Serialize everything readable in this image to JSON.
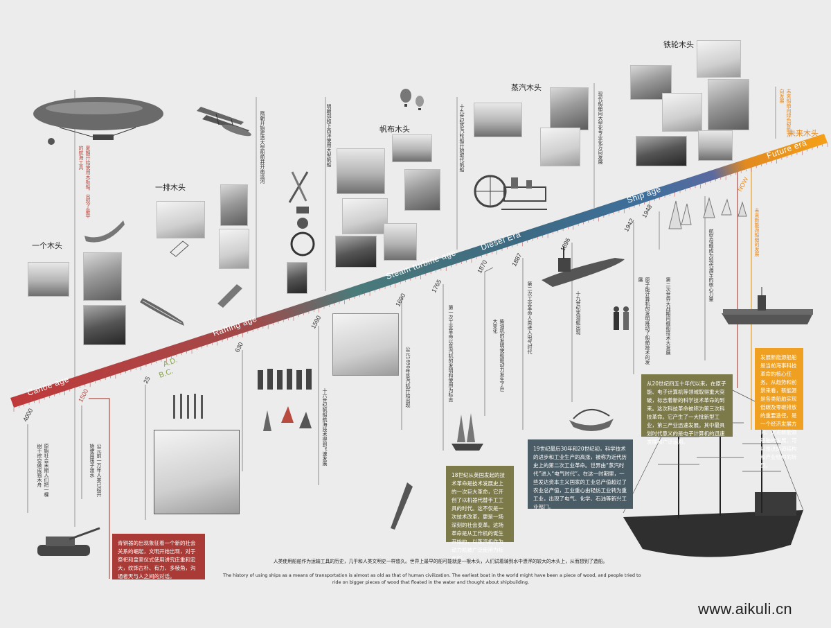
{
  "eras": [
    "Canoe age",
    "Rafting age",
    "Steam turbine age",
    "Diesel Era",
    "Ship age",
    "Future era"
  ],
  "years": [
    "4000",
    "1500",
    "25",
    "630",
    "1590",
    "1690",
    "1765",
    "1870",
    "1887",
    "1896",
    "1942",
    "1948",
    "NOW"
  ],
  "era_marker": {
    "ad": "A.D.",
    "bc": "B.C."
  },
  "titles": [
    "一个木头",
    "一排木头",
    "帆布木头",
    "蒸汽木头",
    "铁轮木头",
    "未来木头"
  ],
  "boxes": {
    "red": "青铜器的出现象征着一个新的社会关系的崛起，文明开始出现，对于祭祀和皇室仪式使用讲究庄重和宏大，纹饰古朴、有力、多棱角，沟通者天与人之间的对话。",
    "olive1": "18世纪从英国发起的技术革命是技术发展史上的一次巨大革命，它开创了以机器代替手工工具的时代。这不仅是一次技术改革，更是一场深刻的社会变革。这场革命是从工作机的诞生开始的，以蒸汽机作为动力机被广泛使用为标志的。",
    "slate": "19世纪最后30年和20世纪初，科学技术的进步和工业生产的高涨，被称为近代历史上的第二次工业革命。世界由“蒸汽时代”进入“电气时代”。在这一时期里，一些发达资本主义国家的工业总产值超过了农业总产值，工业重心由轻纺工业转为重工业，出现了电气、化学、石油等新兴工业部门。",
    "olive2": "从20世纪四五十年代以来，在原子能、电子计算机等领域取得重大突破，标志着新的科学技术革命的到来。这次科技革命被称为第三次科技革命。它产生了一大批新型工业，第三产业迅速发展。其中最具划时代意义的是电子计算机的迅速发展和广泛运用。",
    "orange": "发展新能源船舶是当前海事科技革命的核心任务。从趋势和前景来看，新能源是各类船舶实现低碳及零碳排放的重要途径，是一个经济发展方向。促进新能源船舶的发展，可以推进能源结构和产业结构的转型。"
  },
  "notes": {
    "n1": "原始社会末期人们把一棵树干挖空做成独木舟",
    "n2": "公元前一万年人类已经开始使用筏子渡水",
    "n3": "夏朝开始使用木板船，出现了最早的航海工具",
    "n4": "隋朝开始建造大型船舶并开凿运河",
    "n5": "明朝郑和下西洋使用大型帆船",
    "n6": "十六世纪帆船航海技术得到飞速发展",
    "n7": "公元1690年蒸汽机开始出现",
    "n8": "第一次工业革命以蒸汽机的发明和使用为标志",
    "n9": "十九世纪蒸汽轮船开始取代帆船",
    "n10": "柴油机的发明使船舶动力发生了巨大变化",
    "n11": "十九世纪末潜艇出现",
    "n12": "第二次工业革命人类进入电气时代",
    "n13": "原子能计算机的发明推动了船舶技术的发展",
    "n14": "现代船舶向大型化专业化方向发展",
    "n15": "航空母舰成为现代海军的核心力量",
    "n16": "未来船舶向绿色智能方向发展",
    "n17": "第二次世界大战期间舰船技术大发展",
    "n18": "未来新能源船舶的发展"
  },
  "caption": {
    "cn": "人类使用船舶作为运输工具的历史，几乎和人类文明史一样悠久。世界上最早的船可能就是一根木头，人们试着骑到水中漂浮的较大的木头上，从而想到了造船。",
    "en1": "The history of using ships as a means of transportation is almost as old as that of human civilization. The earliest boat in the world might have been a piece of wood, and people tried to",
    "en2": "ride on bigger pieces of wood that floated in the water and thought about shipbuilding."
  },
  "watermark": "www.aikuli.cn",
  "icons": [
    "airship-icon",
    "biplane-icon",
    "balloon-icon",
    "tank-icon",
    "galleon-icon",
    "submarine-icon",
    "sailboat-icon",
    "steam-engine-icon",
    "aircraft-carrier-icon",
    "ship-wheel-icon"
  ],
  "colors": {
    "start": "#c0393a",
    "mid": "#4a7a7a",
    "blue": "#3e6f9c",
    "end": "#f5a018",
    "note_red": "#b84a40"
  }
}
